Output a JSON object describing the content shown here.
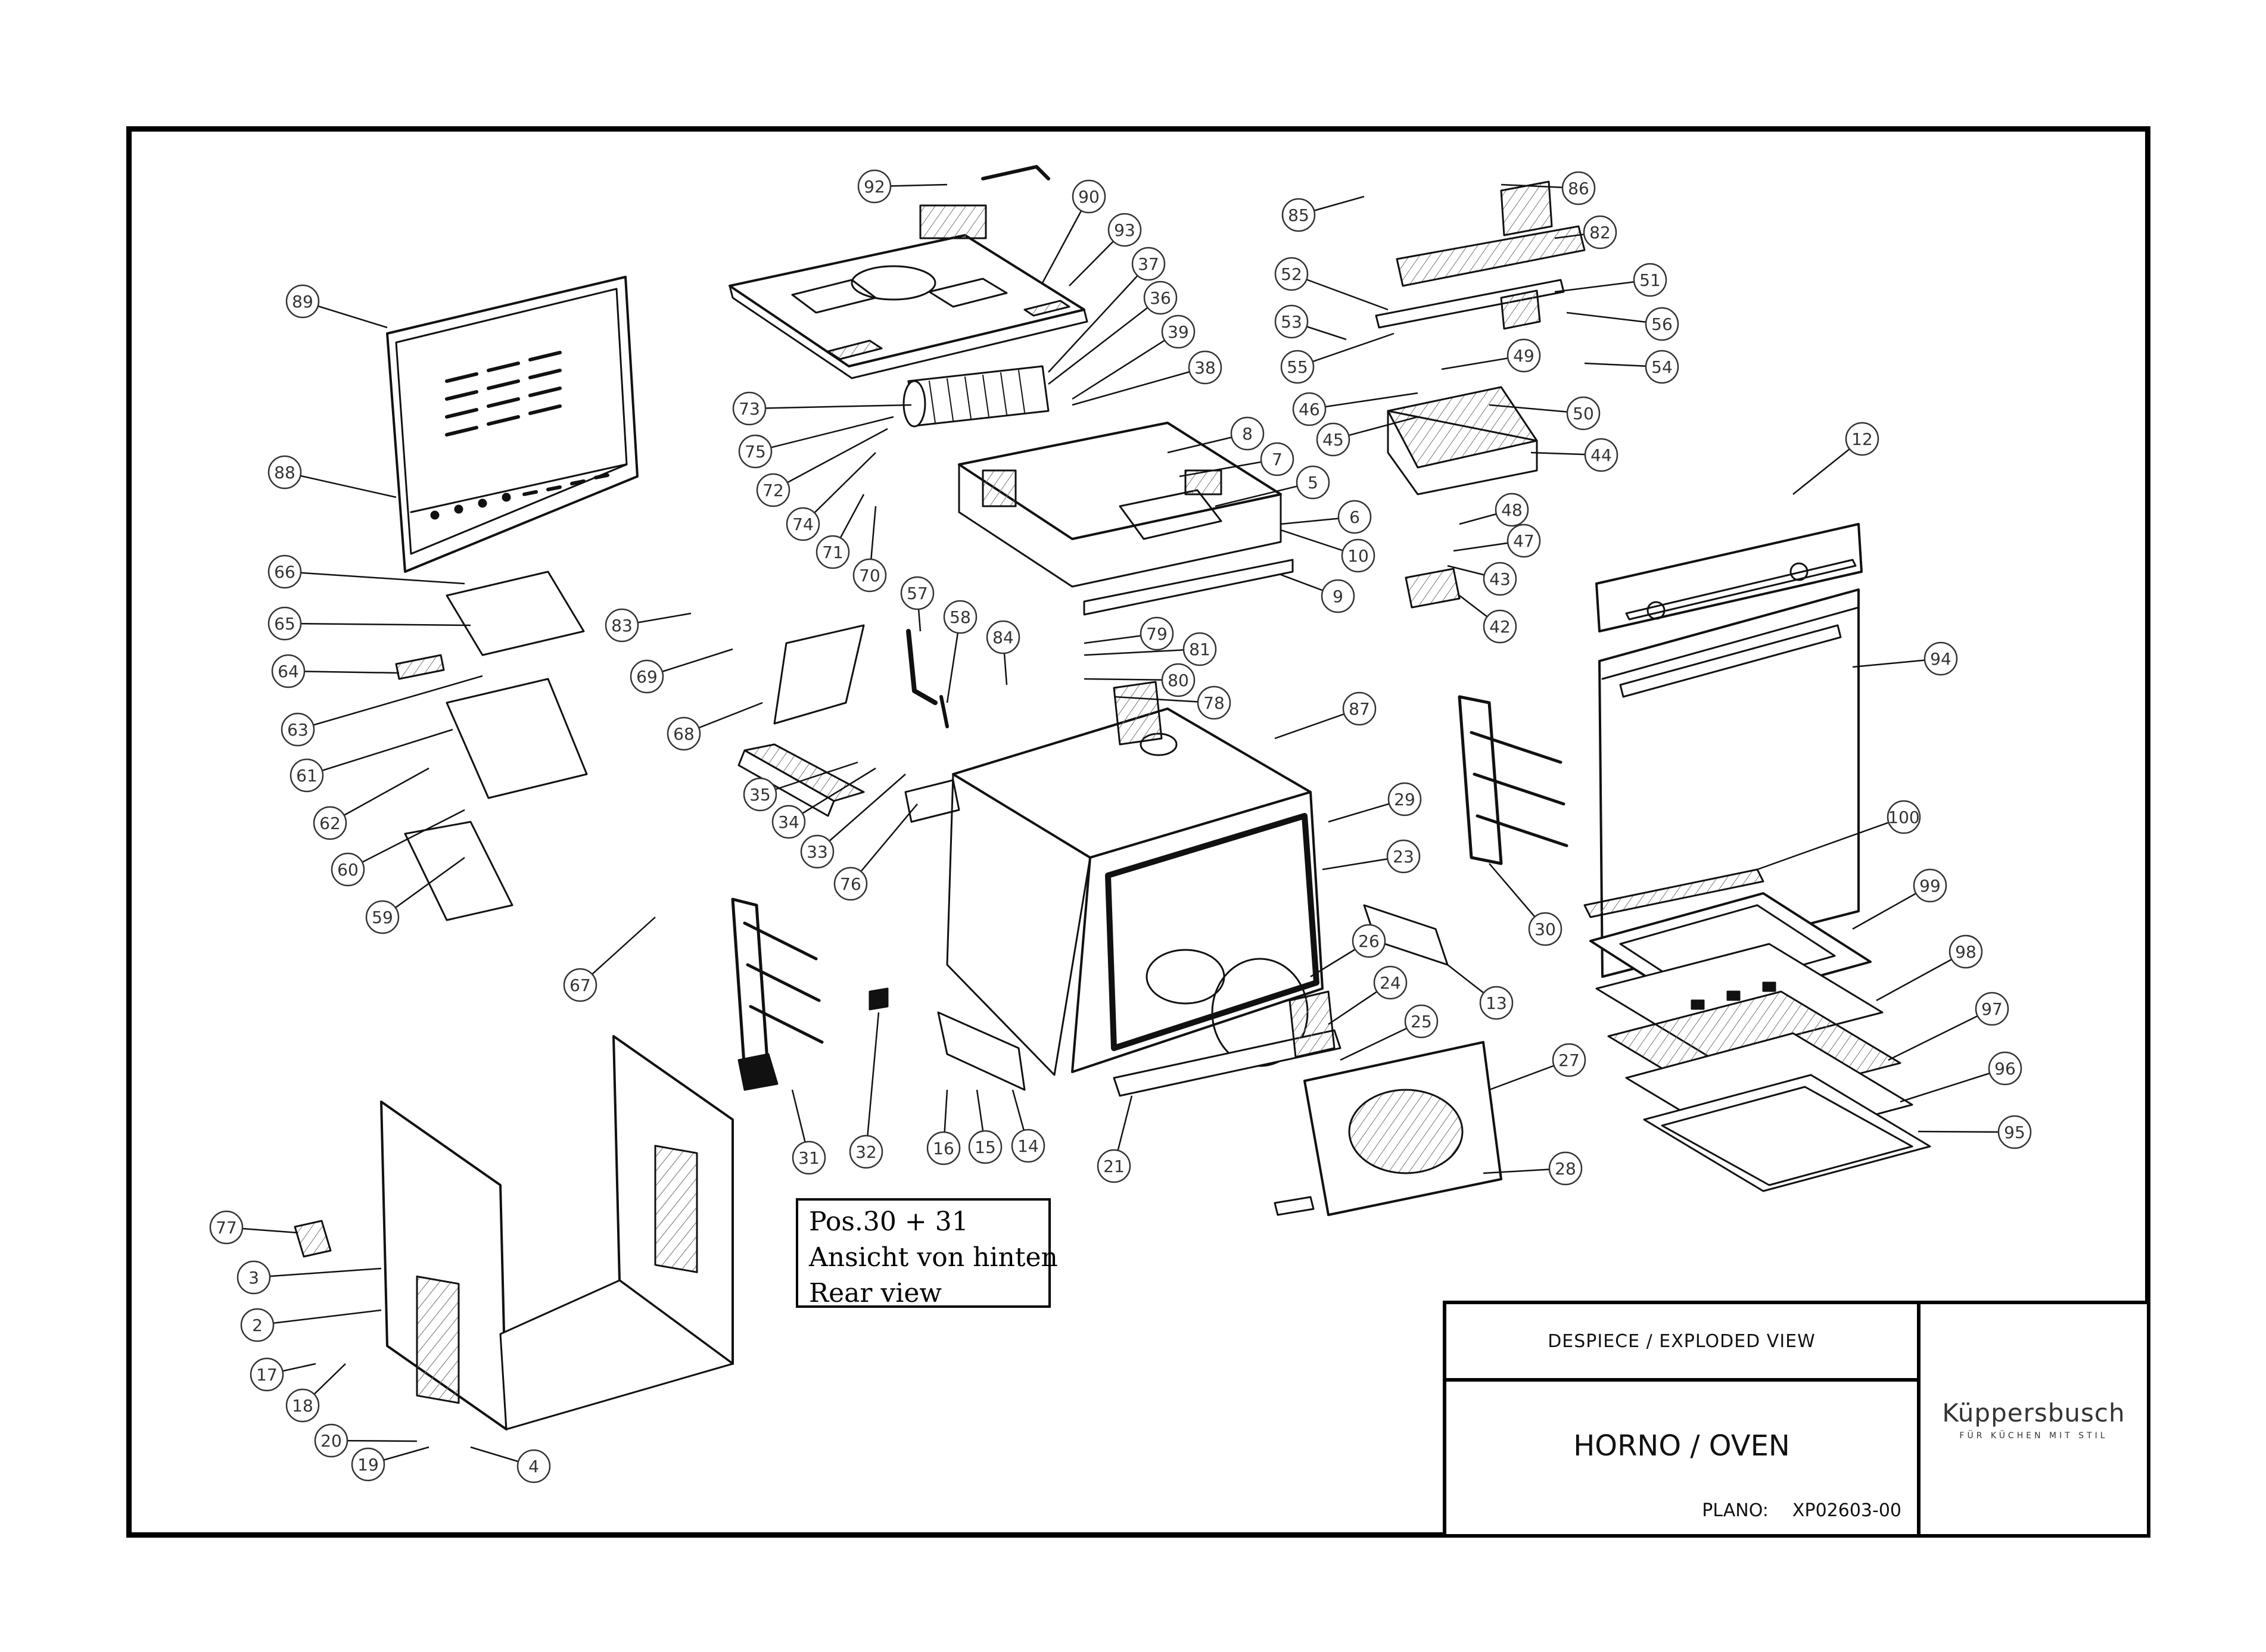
{
  "title_block": {
    "header": "DESPIECE / EXPLODED VIEW",
    "title": "HORNO / OVEN",
    "plano_label": "PLANO:",
    "plano_value": "XP02603-00",
    "brand_name": "Küppersbusch",
    "brand_tagline": "FÜR KÜCHEN MIT STIL"
  },
  "note": {
    "line1": "Pos.30 + 31",
    "line2": "Ansicht von hinten",
    "line3": "Rear view"
  },
  "callouts": [
    "92",
    "90",
    "93",
    "37",
    "36",
    "39",
    "38",
    "85",
    "86",
    "82",
    "52",
    "51",
    "53",
    "56",
    "55",
    "49",
    "54",
    "46",
    "45",
    "50",
    "44",
    "48",
    "47",
    "43",
    "42",
    "12",
    "89",
    "88",
    "73",
    "75",
    "72",
    "74",
    "71",
    "70",
    "8",
    "7",
    "5",
    "6",
    "10",
    "9",
    "66",
    "65",
    "64",
    "63",
    "61",
    "62",
    "60",
    "59",
    "67",
    "83",
    "69",
    "68",
    "57",
    "58",
    "84",
    "79",
    "81",
    "80",
    "78",
    "87",
    "35",
    "34",
    "33",
    "76",
    "29",
    "23",
    "30",
    "94",
    "100",
    "99",
    "98",
    "97",
    "96",
    "95",
    "26",
    "24",
    "25",
    "27",
    "28",
    "13",
    "31",
    "32",
    "16",
    "15",
    "14",
    "21",
    "77",
    "3",
    "2",
    "17",
    "18",
    "20",
    "19",
    "4"
  ]
}
